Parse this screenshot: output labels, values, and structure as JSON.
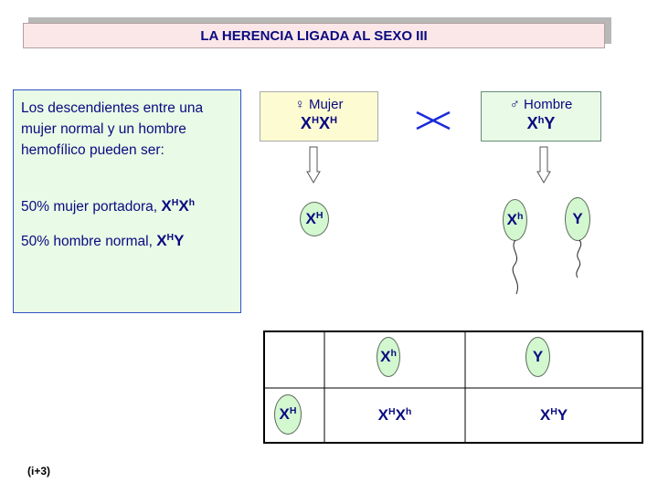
{
  "title": "LA HERENCIA LIGADA AL SEXO III",
  "info": {
    "intro": "Los descendientes entre una mujer normal y un hombre hemofílico pueden ser:",
    "result1_text": "50% mujer portadora,",
    "result1_geno": {
      "a": "X",
      "a_sup": "H",
      "b": "X",
      "b_sup": "h"
    },
    "result2_text": "50% hombre normal,",
    "result2_geno": {
      "a": "X",
      "a_sup": "H",
      "b": "Y"
    }
  },
  "mother": {
    "label": "♀ Mujer",
    "geno": {
      "a": "X",
      "a_sup": "H",
      "b": "X",
      "b_sup": "H"
    }
  },
  "father": {
    "label": "♂ Hombre",
    "geno": {
      "a": "X",
      "a_sup": "h",
      "b": "Y"
    }
  },
  "cross_symbol": "×",
  "gametes": {
    "egg": {
      "base": "X",
      "sup": "H"
    },
    "sperm1": {
      "base": "X",
      "sup": "h"
    },
    "sperm2": {
      "base": "Y"
    }
  },
  "punnett": {
    "col1": {
      "base": "X",
      "sup": "h"
    },
    "col2": {
      "base": "Y"
    },
    "row1": {
      "base": "X",
      "sup": "H"
    },
    "cell1": {
      "a": "X",
      "a_sup": "H",
      "b": "X",
      "b_sup": "h"
    },
    "cell2": {
      "a": "X",
      "a_sup": "H",
      "b": "Y"
    }
  },
  "footnote": "(i+3)"
}
